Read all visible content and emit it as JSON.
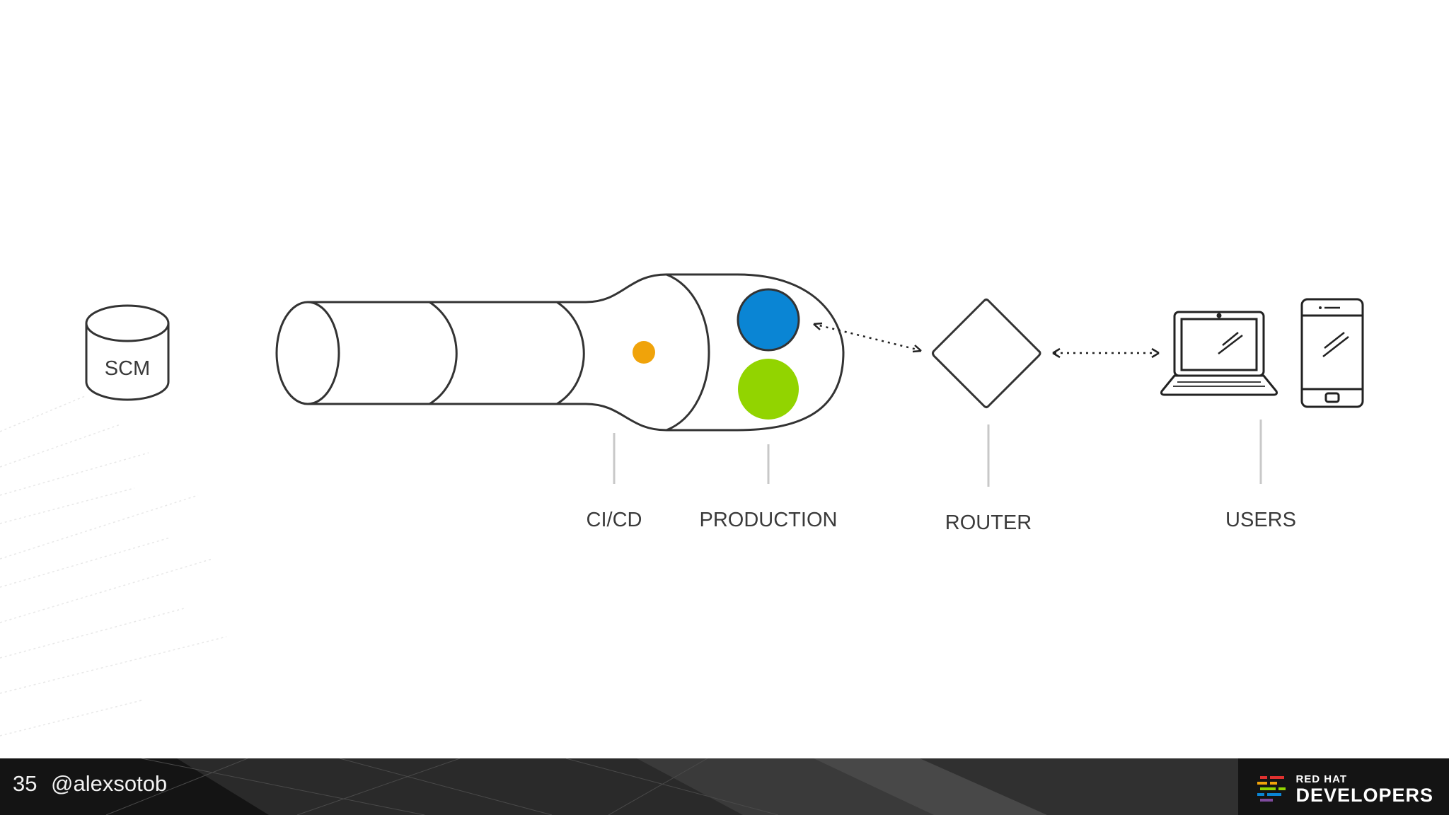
{
  "slide": {
    "number": "35",
    "author": "@alexsotob"
  },
  "brand": {
    "line1": "RED HAT",
    "line2": "DEVELOPERS"
  },
  "diagram": {
    "labels": {
      "scm": "SCM",
      "cicd": "CI/CD",
      "production": "PRODUCTION",
      "router": "ROUTER",
      "users": "USERS"
    }
  },
  "colors": {
    "dot_orange": "#f0a30a",
    "production_blue": "#0a85d4",
    "production_green": "#92d400",
    "outline": "#333333",
    "label_text": "#3a3a3a",
    "connector": "#c8c8c8",
    "footer_bg": "#141414",
    "brand_bars": [
      "#e0312f",
      "#f0a30a",
      "#92d400",
      "#0a85d4",
      "#7f4b9e"
    ]
  },
  "icons": [
    "database-icon",
    "laptop-icon",
    "smartphone-icon",
    "diamond-router-icon",
    "bidirectional-arrow-icon"
  ]
}
